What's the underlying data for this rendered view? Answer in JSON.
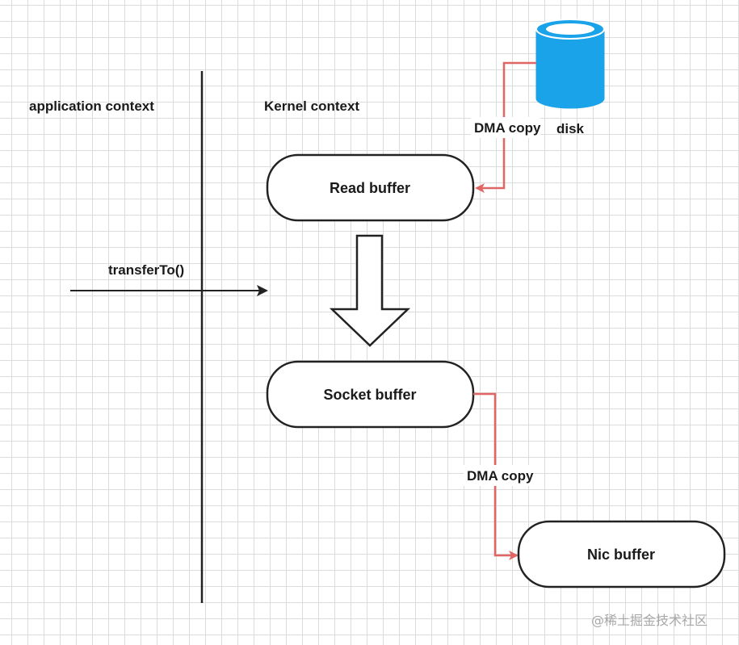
{
  "labels": {
    "app_context": "application context",
    "kernel_context": "Kernel context",
    "transfer_call": "transferTo()",
    "dma_copy_top": "DMA copy",
    "dma_copy_bottom": "DMA copy",
    "disk": "disk"
  },
  "nodes": {
    "read_buffer": "Read buffer",
    "socket_buffer": "Socket buffer",
    "nic_buffer": "Nic buffer"
  },
  "watermark": "@稀土掘金技术社区",
  "colors": {
    "dma_edge": "#e06666",
    "disk_fill": "#1aa3e8",
    "stroke": "#222222"
  }
}
